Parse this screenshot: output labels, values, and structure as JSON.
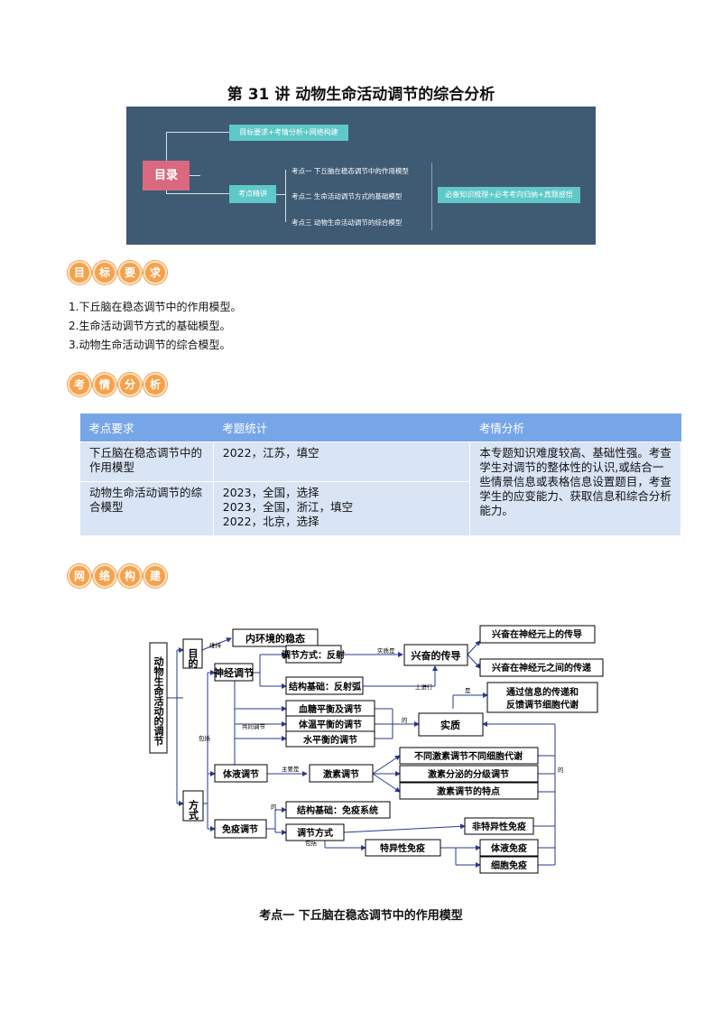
{
  "title": "第 31 讲  动物生命活动调节的综合分析",
  "toc": {
    "root": "目录",
    "box1": "目标要求+考情分析+网络构建",
    "box2": "考点精讲",
    "items": [
      "考点一 下丘脑在稳态调节中的作用模型",
      "考点二 生命活动调节方式的基础模型",
      "考点三 动物生命活动调节的综合模型"
    ],
    "right": "必备知识梳理+必考考向归纳+真题感悟"
  },
  "badges": {
    "goal": [
      "目",
      "标",
      "要",
      "求"
    ],
    "exam": [
      "考",
      "情",
      "分",
      "析"
    ],
    "network": [
      "网",
      "络",
      "构",
      "建"
    ]
  },
  "goals": [
    "1.下丘脑在稳态调节中的作用模型。",
    "2.生命活动调节方式的基础模型。",
    "3.动物生命活动调节的综合模型。"
  ],
  "exam_table": {
    "headers": [
      "考点要求",
      "考题统计",
      "考情分析"
    ],
    "rows": [
      {
        "req": "下丘脑在稳态调节中的作用模型",
        "stats": [
          "2022，江苏，填空"
        ]
      },
      {
        "req": "动物生命活动调节的综合模型",
        "stats": [
          "2023，全国，选择",
          "2023，全国，浙江，填空",
          "2022，北京，选择"
        ]
      }
    ],
    "analysis": "本专题知识难度较高、基础性强。考查学生对调节的整体性的认识,或结合一些情景信息或表格信息设置题目，考查学生的应变能力、获取信息和综合分析能力。"
  },
  "concept_map": {
    "root": "动物生命活动的调节",
    "purpose": "目的",
    "method": "方式",
    "homeostasis": "内环境的稳态",
    "maintain": "维持",
    "neural": "神经调节",
    "neural_method": "调节方式：反射",
    "neural_basis": "结构基础：反射弧",
    "essence_is": "实质是",
    "excitation": "兴奋的传导",
    "on_neuron": "兴奋在神经元上的传导",
    "between_neuron": "兴奋在神经元之间的传递",
    "upper": "上进行",
    "joint": "共同调节",
    "glucose": "血糖平衡及调节",
    "temperature": "体温平衡的调节",
    "water": "水平衡的调节",
    "of": "的",
    "essence": "实质",
    "is": "是",
    "essence_desc": [
      "通过信息的传递和",
      "反馈调节细胞代谢"
    ],
    "include": "包括",
    "humoral": "体液调节",
    "mainly": "主要是",
    "hormone": "激素调节",
    "hormone1": "不同激素调节不同细胞代谢",
    "hormone2": "激素分泌的分级调节",
    "hormone3": "激素调节的特点",
    "of2": "的",
    "immune": "免疫调节",
    "immune_basis": "结构基础：免疫系统",
    "immune_method": "调节方式",
    "include2": "包括",
    "nonspecific": "非特异性免疫",
    "specific": "特异性免疫",
    "humoral_imm": "体液免疫",
    "cellular_imm": "细胞免疫",
    "of3": "的"
  },
  "heading2": "考点一   下丘脑在稳态调节中的作用模型"
}
